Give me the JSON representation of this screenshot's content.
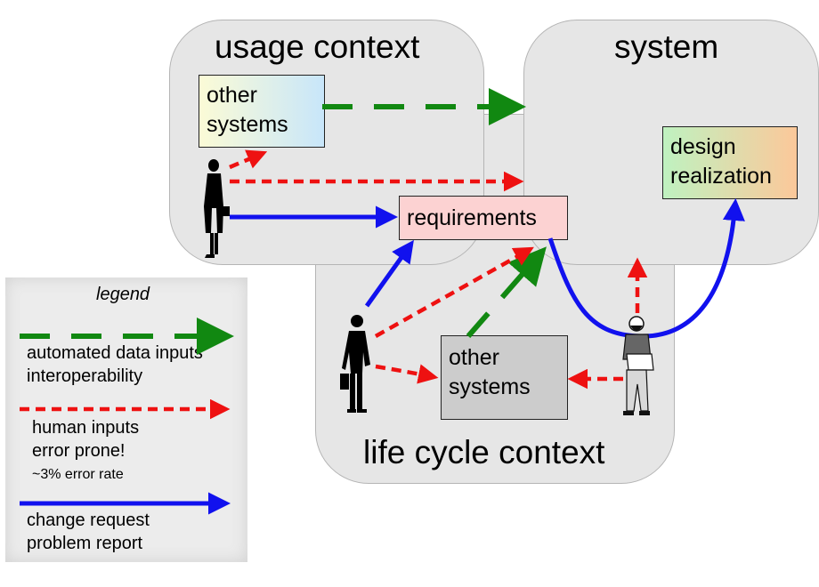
{
  "zones": {
    "usage_context": "usage context",
    "system": "system",
    "life_cycle_context": "life cycle context"
  },
  "boxes": {
    "other_systems_usage": [
      "other",
      "systems"
    ],
    "design_realization": [
      "design",
      "realization"
    ],
    "requirements": "requirements",
    "other_systems_lifecycle": [
      "other",
      "systems"
    ]
  },
  "legend": {
    "title": "legend",
    "automated": [
      "automated data inputs",
      "interoperability"
    ],
    "human": [
      "human inputs",
      "error prone!"
    ],
    "human_note": "~3% error rate",
    "change": [
      "change request",
      "problem report"
    ]
  },
  "colors": {
    "automated": "#118811",
    "human": "#ee1111",
    "change": "#1111ee",
    "requirements_fill": "#fcd2d2",
    "other_systems_lifecycle_fill": "#cccccc"
  },
  "icons": [
    "woman-silhouette-icon",
    "man-silhouette-icon",
    "engineer-icon"
  ]
}
